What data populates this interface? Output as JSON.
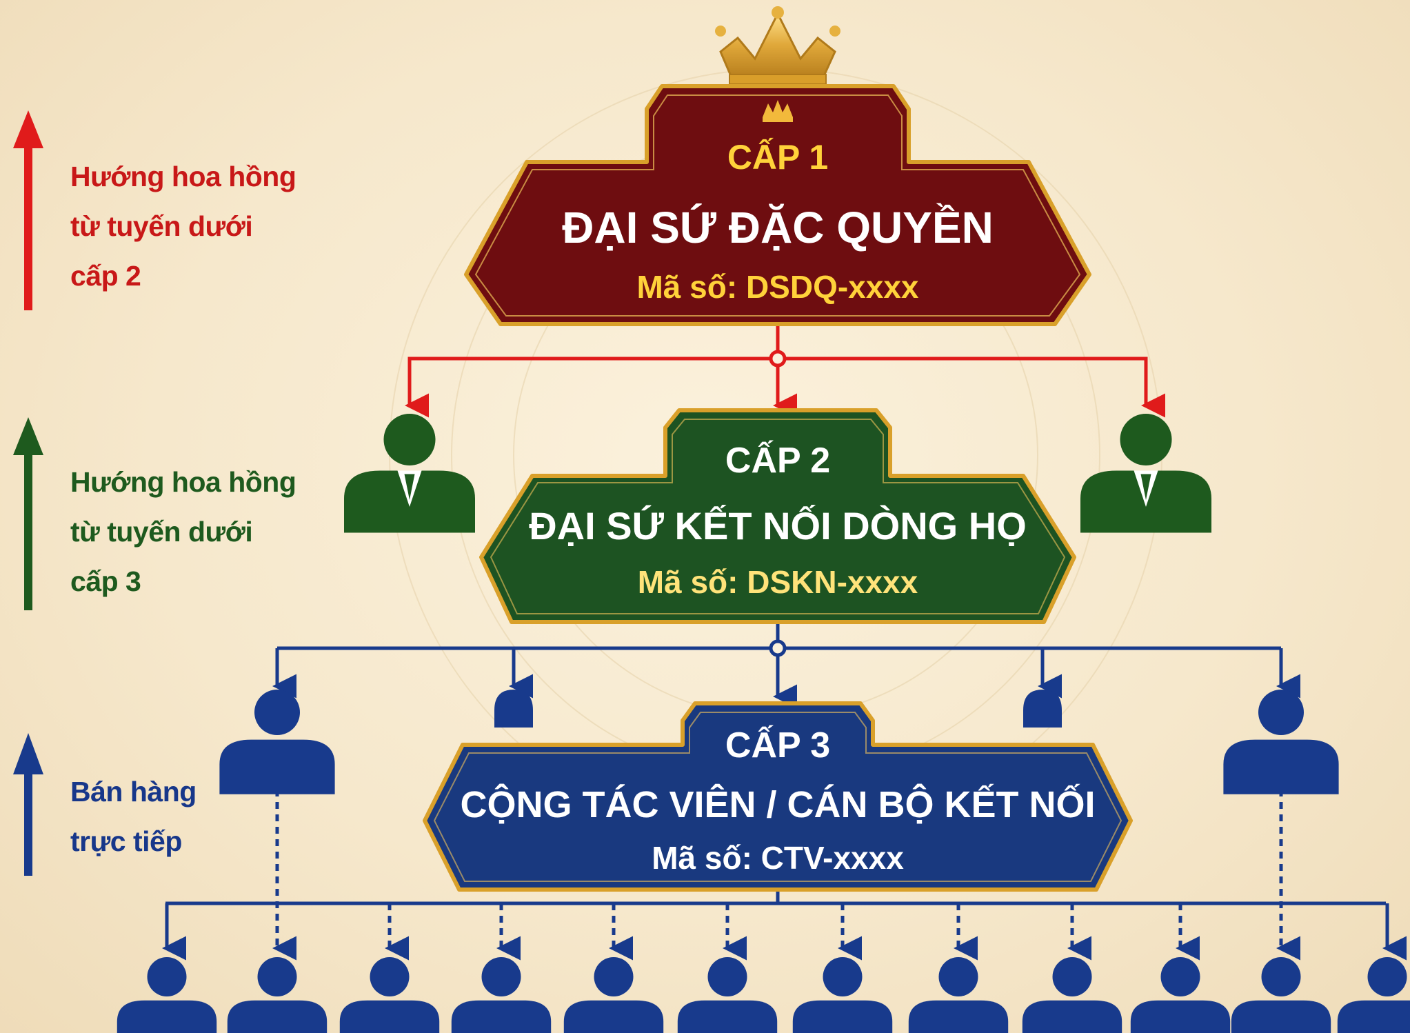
{
  "colors": {
    "red": "#e01b1b",
    "green": "#1e5a1e",
    "blue": "#183a8c",
    "gold": "#d9a02a",
    "gold_text": "#ffd23a",
    "level1_fill": "#6e0d10",
    "level2_fill": "#1d5322",
    "level3_fill": "#19397f"
  },
  "side_labels": [
    {
      "text": "Hướng hoa hồng\ntừ tuyến dưới\ncấp 2",
      "color": "red"
    },
    {
      "text": "Hướng hoa hồng\ntừ tuyến dưới\ncấp 3",
      "color": "green"
    },
    {
      "text": "Bán hàng\ntrực tiếp",
      "color": "blue"
    }
  ],
  "levels": [
    {
      "tier": "CẤP 1",
      "name": "ĐẠI SỨ ĐẶC QUYỀN",
      "code": "Mã số: DSDQ-xxxx",
      "icon": "crown-icon"
    },
    {
      "tier": "CẤP 2",
      "name": "ĐẠI SỨ KẾT NỐI DÒNG HỌ",
      "code": "Mã số: DSKN-xxxx"
    },
    {
      "tier": "CẤP 3",
      "name": "CỘNG TÁC VIÊN / CÁN BỘ KẾT NỐI",
      "code": "Mã số: CTV-xxxx"
    }
  ],
  "icons": {
    "top": "crown-icon",
    "ambassador": "person-tie-icon",
    "member": "person-icon"
  }
}
